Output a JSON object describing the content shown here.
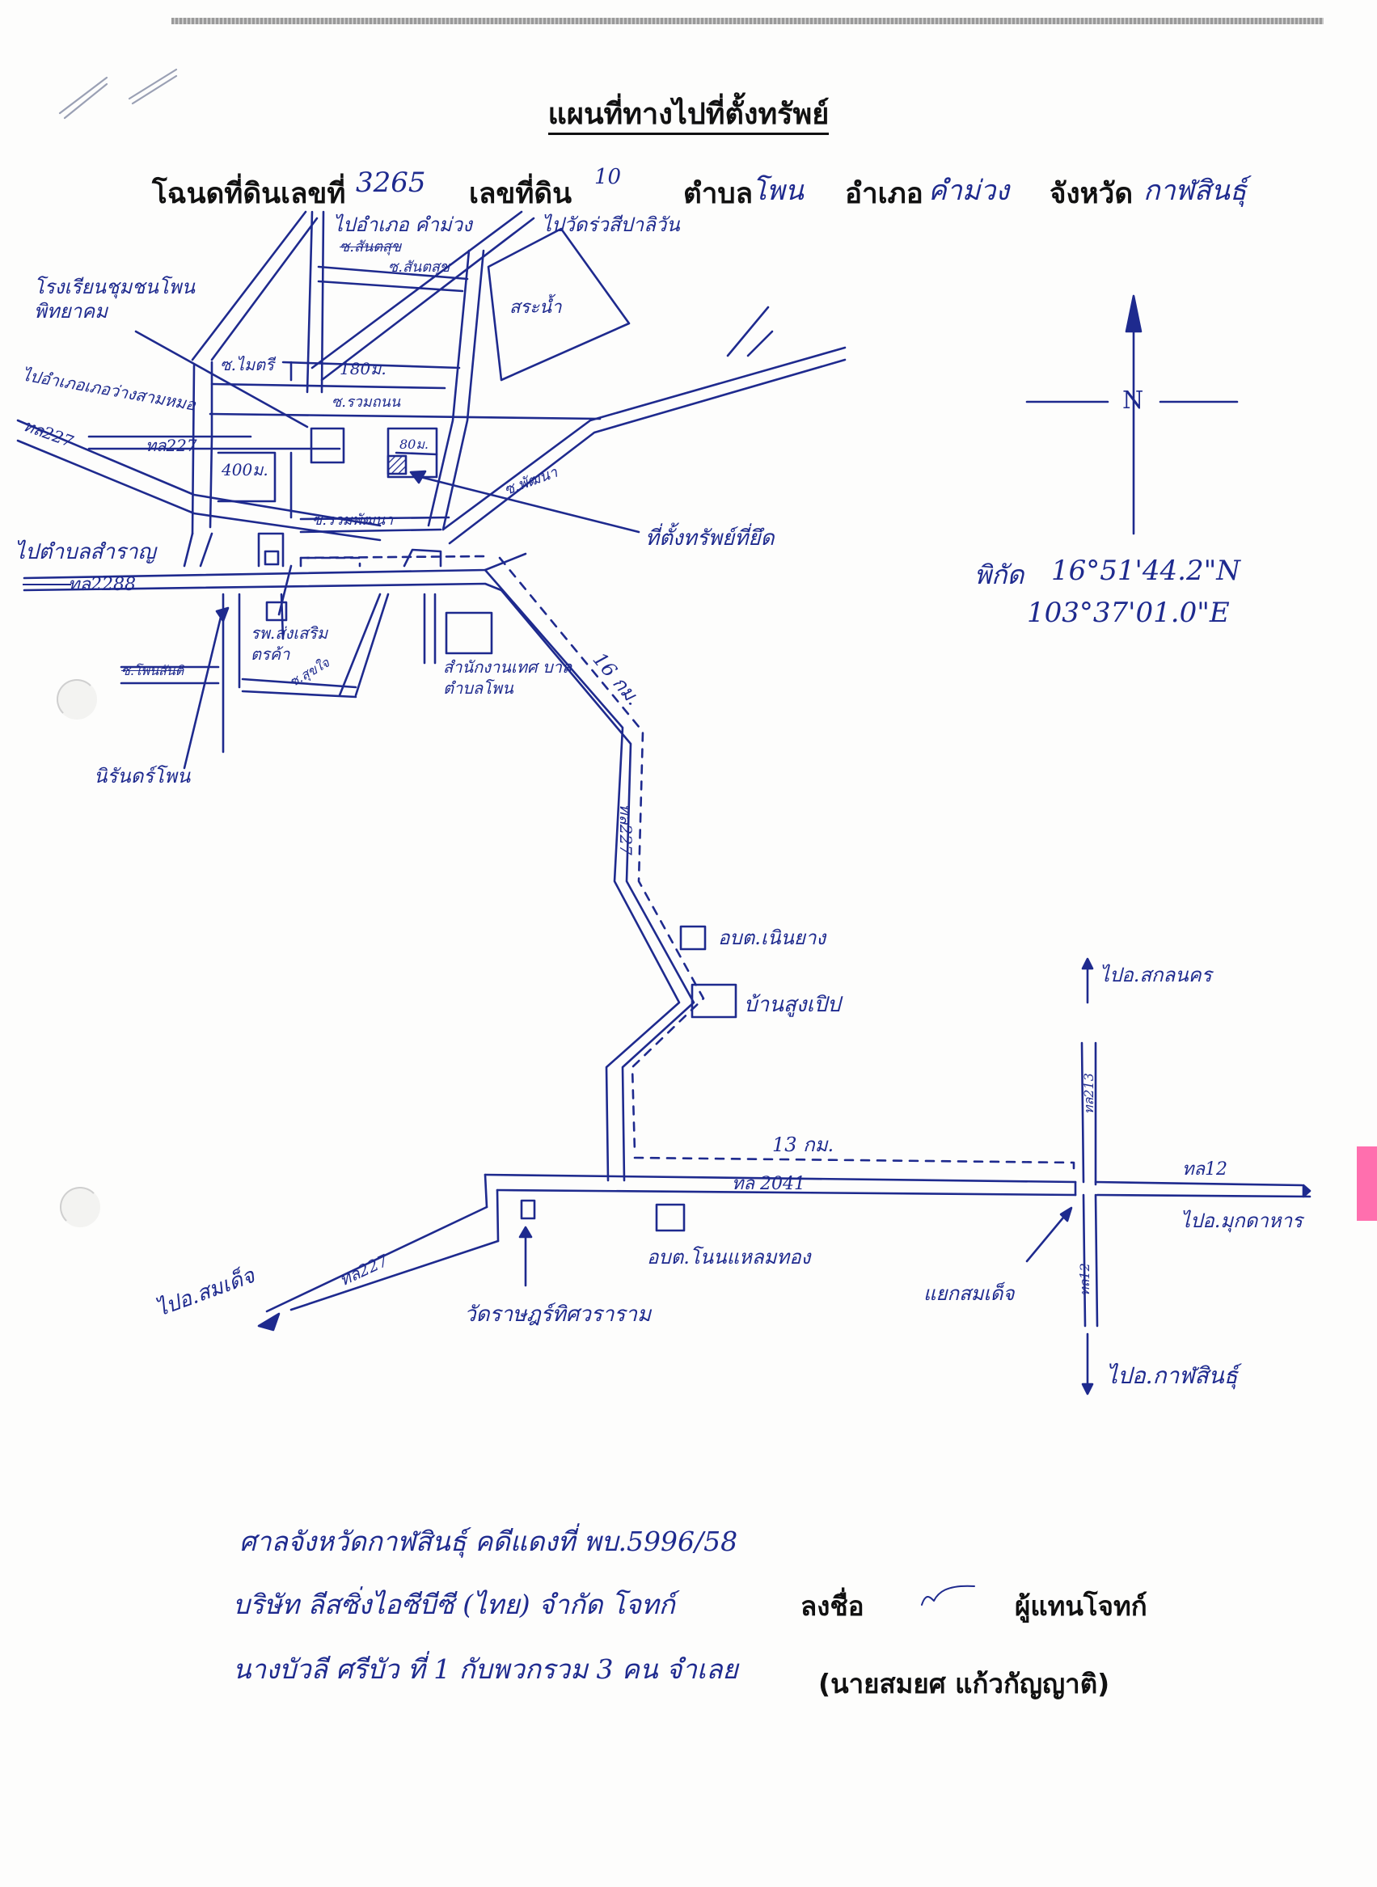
{
  "header": {
    "title": "แผนที่ทางไปที่ตั้งทรัพย์",
    "deed_label": "โฉนดที่ดินเลขที่",
    "deed_no": "3265",
    "land_no_label": "เลขที่ดิน",
    "land_no": "10",
    "subdistrict_label": "ตำบล",
    "subdistrict": "โพน",
    "district_label": "อำเภอ",
    "district": "คำม่วง",
    "province_label": "จังหวัด",
    "province": "กาฬสินธุ์"
  },
  "compass": {
    "north_label": "N"
  },
  "coordinates": {
    "lat": "16°51'44.2\"N",
    "lon": "103°37'01.0\"E",
    "prefix": "พิกัด"
  },
  "map_labels": {
    "to_khammuang": "ไปอำเภอ คำม่วง",
    "to_wat": "ไปวัดร่วสีปาลิวัน",
    "soi_top_struck": "ซ.สันตสุข",
    "soi_santisuk": "ซ.สันตสุข",
    "school": "โรงเรียนชุมชนโพน พิทยาคม",
    "pond": "สระน้ำ",
    "soi_maitri": "ซ.ไมตรี",
    "dist_180": "180ม.",
    "soi_ruamchon": "ซ.รวมถนน",
    "to_sawang": "ไปอำเภอเภอว่างสามหมอ",
    "hwy_227_left": "ทล227",
    "hwy_227_mid": "ทล227",
    "dist_400": "400ม.",
    "dist_80": "80ม.",
    "soi_pattana": "ซ.พัฒนา",
    "soi_ruampattana": "ซ.รวมพัฒนา",
    "property": "ที่ตั้งทรัพย์ที่ยึด",
    "to_sam_rong": "ไปตำบลสำราญ",
    "hwy_2288": "ทล2288",
    "hospital": "รพ.ส่งเสริม ตรค้า",
    "soi_bottom_struck": "ซ.โพนสันติ",
    "soi_sukjai": "ซ.สุขใจ",
    "municipal_office": "สำนักงานเทศ บาลตำบลโพน",
    "dist_16km": "16 กม.",
    "police": "นิรันดร์โพน",
    "hwy_227_vert": "ทล227",
    "sao_noenyang": "อบต.เนินยาง",
    "ban_sungpin": "บ้านสูงเปิป",
    "to_sakon": "ไปอ.สกลนคร",
    "hwy_213_top": "ทล213",
    "dist_13km": "13 กม.",
    "hwy_2041": "ทล 2041",
    "hwy_12_right": "ทล12",
    "to_mukdahan": "ไปอ.มุกดาหาร",
    "hwy_227_bottom": "ทล227",
    "to_somdet": "ไปอ.สมเด็จ",
    "sao_nonkhamthong": "อบต.โนนแหลมทอง",
    "wat_ratcha": "วัดราษฎร์ทิศวราราม",
    "junction": "แยกสมเด็จ",
    "hwy_12_bottom": "ทล12",
    "to_kalasin": "ไปอ.กาฬสินธุ์"
  },
  "footer": {
    "court_line1": "ศาลจังหวัดกาฬสินธุ์ คดีแดงที่ พบ.5996/58",
    "court_line2": "บริษัท ลีสซิ่งไอซีบีซี (ไทย) จำกัด โจทก์",
    "court_line3": "นางบัวลี ศรีบัว ที่ 1 กับพวกรวม 3 คน จำเลย",
    "sign_label": "ลงชื่อ",
    "signer_role": "ผู้แทนโจทก์",
    "signer_name": "(นายสมยศ แก้วกัญญาติ)"
  },
  "colors": {
    "ink": "#1e2a8e",
    "print": "#111111",
    "tab": "#ff6fae"
  }
}
